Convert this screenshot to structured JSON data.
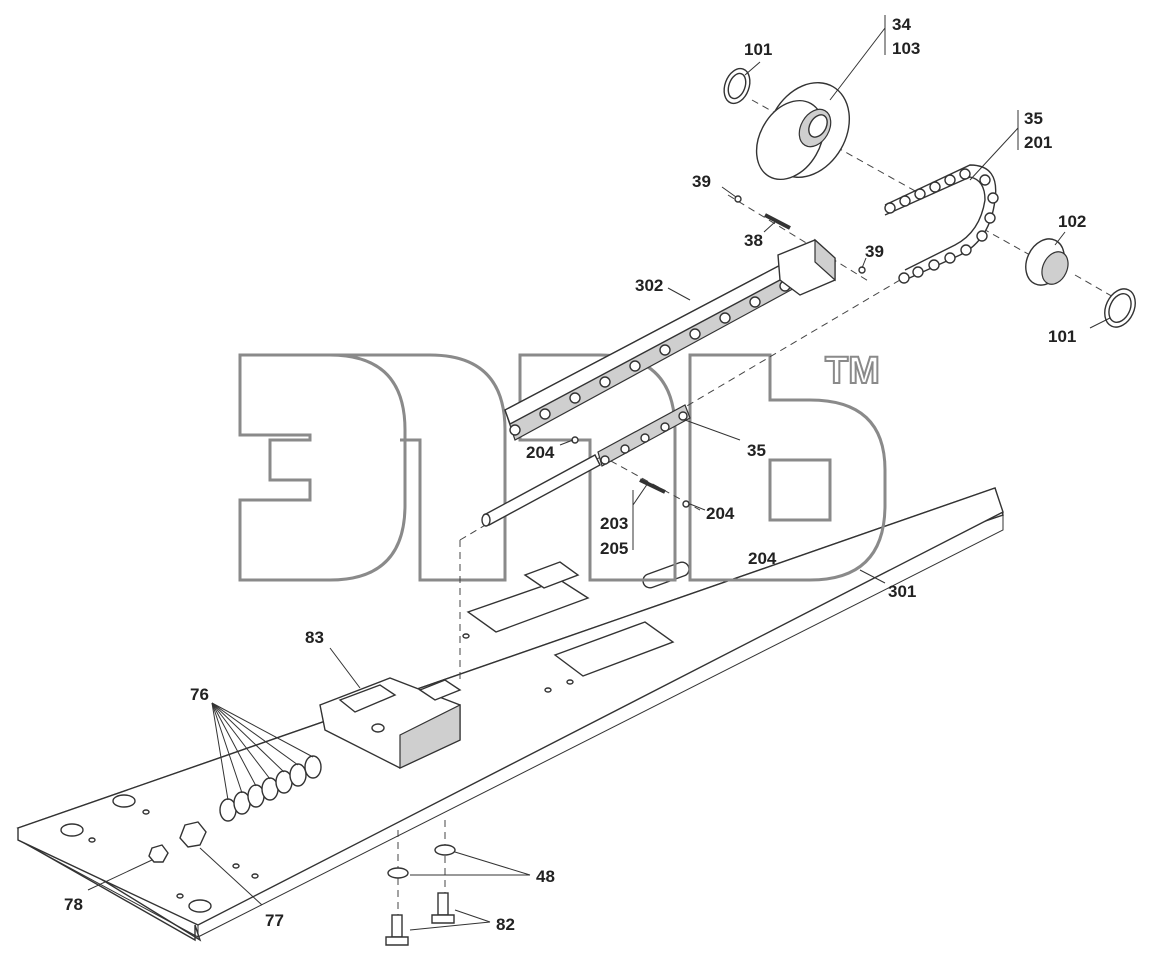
{
  "diagram": {
    "watermark_tm": "TM",
    "callouts": {
      "c34": "34",
      "c103": "103",
      "c101a": "101",
      "c35a": "35",
      "c201": "201",
      "c39a": "39",
      "c38": "38",
      "c39b": "39",
      "c102": "102",
      "c101b": "101",
      "c302": "302",
      "c204a": "204",
      "c35b": "35",
      "c203": "203",
      "c205": "205",
      "c204b": "204",
      "c204c": "204",
      "c301": "301",
      "c83": "83",
      "c76": "76",
      "c48": "48",
      "c78": "78",
      "c77": "77",
      "c82": "82"
    }
  }
}
